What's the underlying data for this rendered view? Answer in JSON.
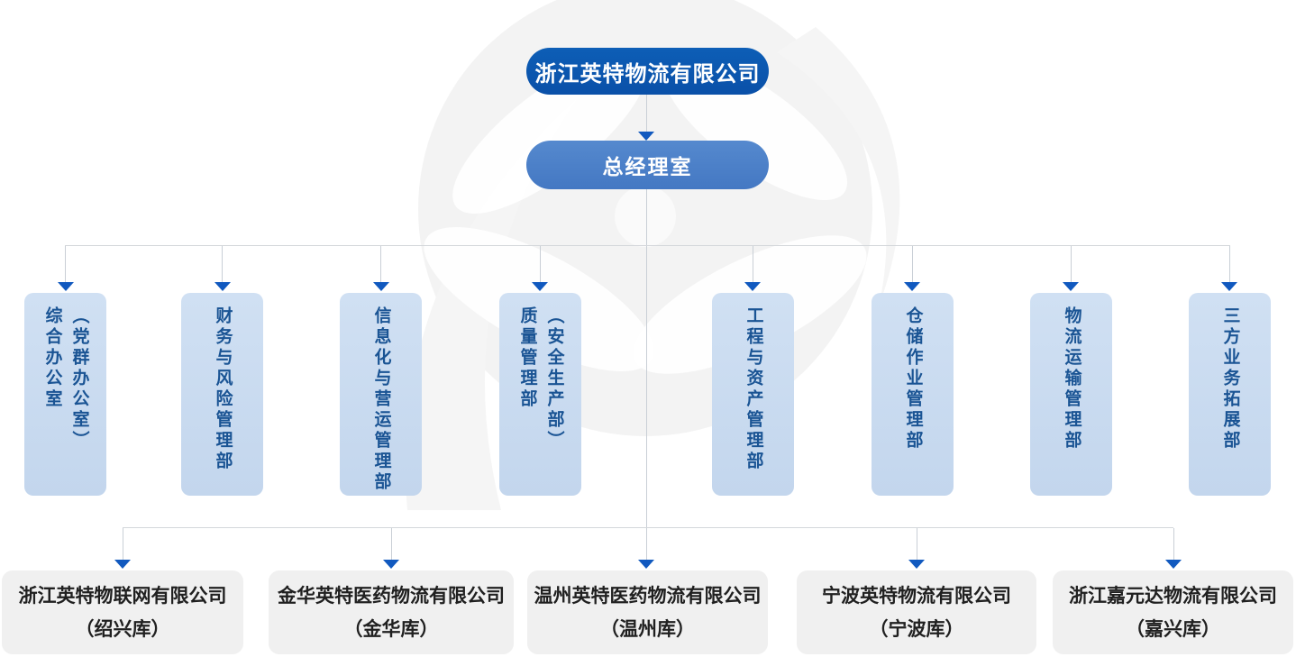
{
  "root": {
    "label": "浙江英特物流有限公司"
  },
  "gm": {
    "label": "总经理室"
  },
  "departments": [
    {
      "label": "综合办公室\n（党群办公室）"
    },
    {
      "label": "财务与风险管理部"
    },
    {
      "label": "信息化与营运管理部"
    },
    {
      "label": "质量管理部\n（安全生产部）"
    },
    {
      "label": "工程与资产管理部"
    },
    {
      "label": "仓储作业管理部"
    },
    {
      "label": "物流运输管理部"
    },
    {
      "label": "三方业务拓展部"
    }
  ],
  "subsidiaries": [
    {
      "label": "浙江英特物联网有限公司\n（绍兴库）"
    },
    {
      "label": "金华英特医药物流有限公司\n（金华库）"
    },
    {
      "label": "温州英特医药物流有限公司\n（温州库）"
    },
    {
      "label": "宁波英特物流有限公司\n（宁波库）"
    },
    {
      "label": "浙江嘉元达物流有限公司\n（嘉兴库）"
    }
  ],
  "icons": {
    "arrow_down": "▼"
  },
  "colors": {
    "root_box": "#0b57ae",
    "gm_box": "#4b82c8",
    "department_box": "#cadcf0",
    "department_text": "#1a5494",
    "subsidiary_box": "#f0f0f0",
    "subsidiary_text": "#202020",
    "arrow": "#1159bf",
    "connector_line": "#d4d7db"
  }
}
